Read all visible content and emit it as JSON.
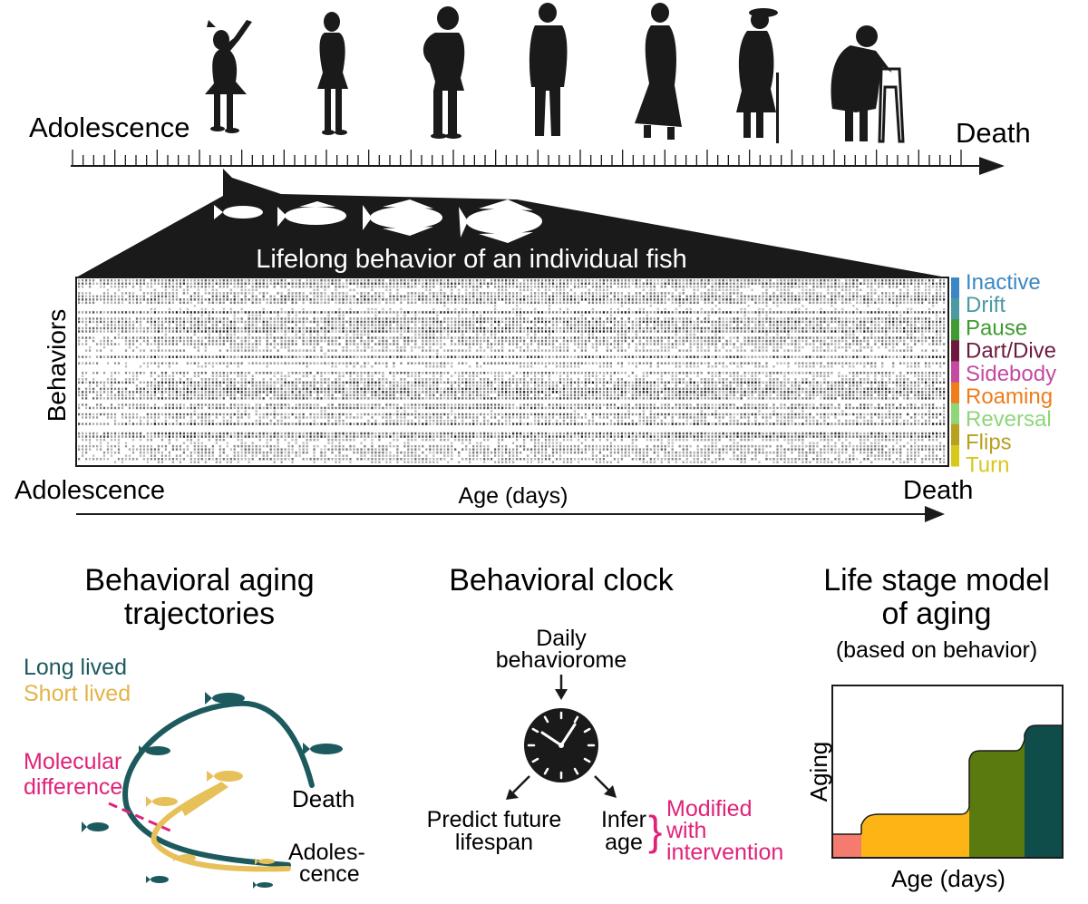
{
  "timeline": {
    "start_label": "Adolescence",
    "end_label": "Death"
  },
  "heatmap": {
    "title": "Lifelong behavior of an individual fish",
    "y_label": "Behaviors",
    "x_label": "Age (days)",
    "start_label": "Adolescence",
    "end_label": "Death",
    "legend": [
      {
        "label": "Inactive",
        "color": "#3b87c4"
      },
      {
        "label": "Drift",
        "color": "#4a9aa2"
      },
      {
        "label": "Pause",
        "color": "#3f9a2f"
      },
      {
        "label": "Dart/Dive",
        "color": "#6d1a3e"
      },
      {
        "label": "Sidebody",
        "color": "#c44aa0"
      },
      {
        "label": "Roaming",
        "color": "#ee7d1a"
      },
      {
        "label": "Reversal",
        "color": "#8fd67a"
      },
      {
        "label": "Flips",
        "color": "#b8a020"
      },
      {
        "label": "Turn",
        "color": "#d8c81a"
      }
    ]
  },
  "trajectories": {
    "title_line1": "Behavioral aging",
    "title_line2": "trajectories",
    "legend_long": "Long lived",
    "legend_short": "Short lived",
    "molecular_line1": "Molecular",
    "molecular_line2": "difference",
    "death_label": "Death",
    "adol_line1": "Adoles-",
    "adol_line2": "cence",
    "colors": {
      "long": "#1d5a5e",
      "short": "#e7c05a",
      "accent": "#e0237a"
    }
  },
  "clock": {
    "title": "Behavioral clock",
    "input_line1": "Daily",
    "input_line2": "behaviorome",
    "predict_line1": "Predict future",
    "predict_line2": "lifespan",
    "infer_line1": "Infer",
    "infer_line2": "age",
    "modified_line1": "Modified",
    "modified_line2": "with",
    "modified_line3": "intervention"
  },
  "life_stage": {
    "title_line1": "Life stage model",
    "title_line2": "of aging",
    "subtitle": "(based on behavior)",
    "y_label": "Aging",
    "x_label": "Age (days)",
    "stage_colors": [
      "#f47b6e",
      "#fdb515",
      "#5a7a10",
      "#0e4d4a"
    ]
  }
}
